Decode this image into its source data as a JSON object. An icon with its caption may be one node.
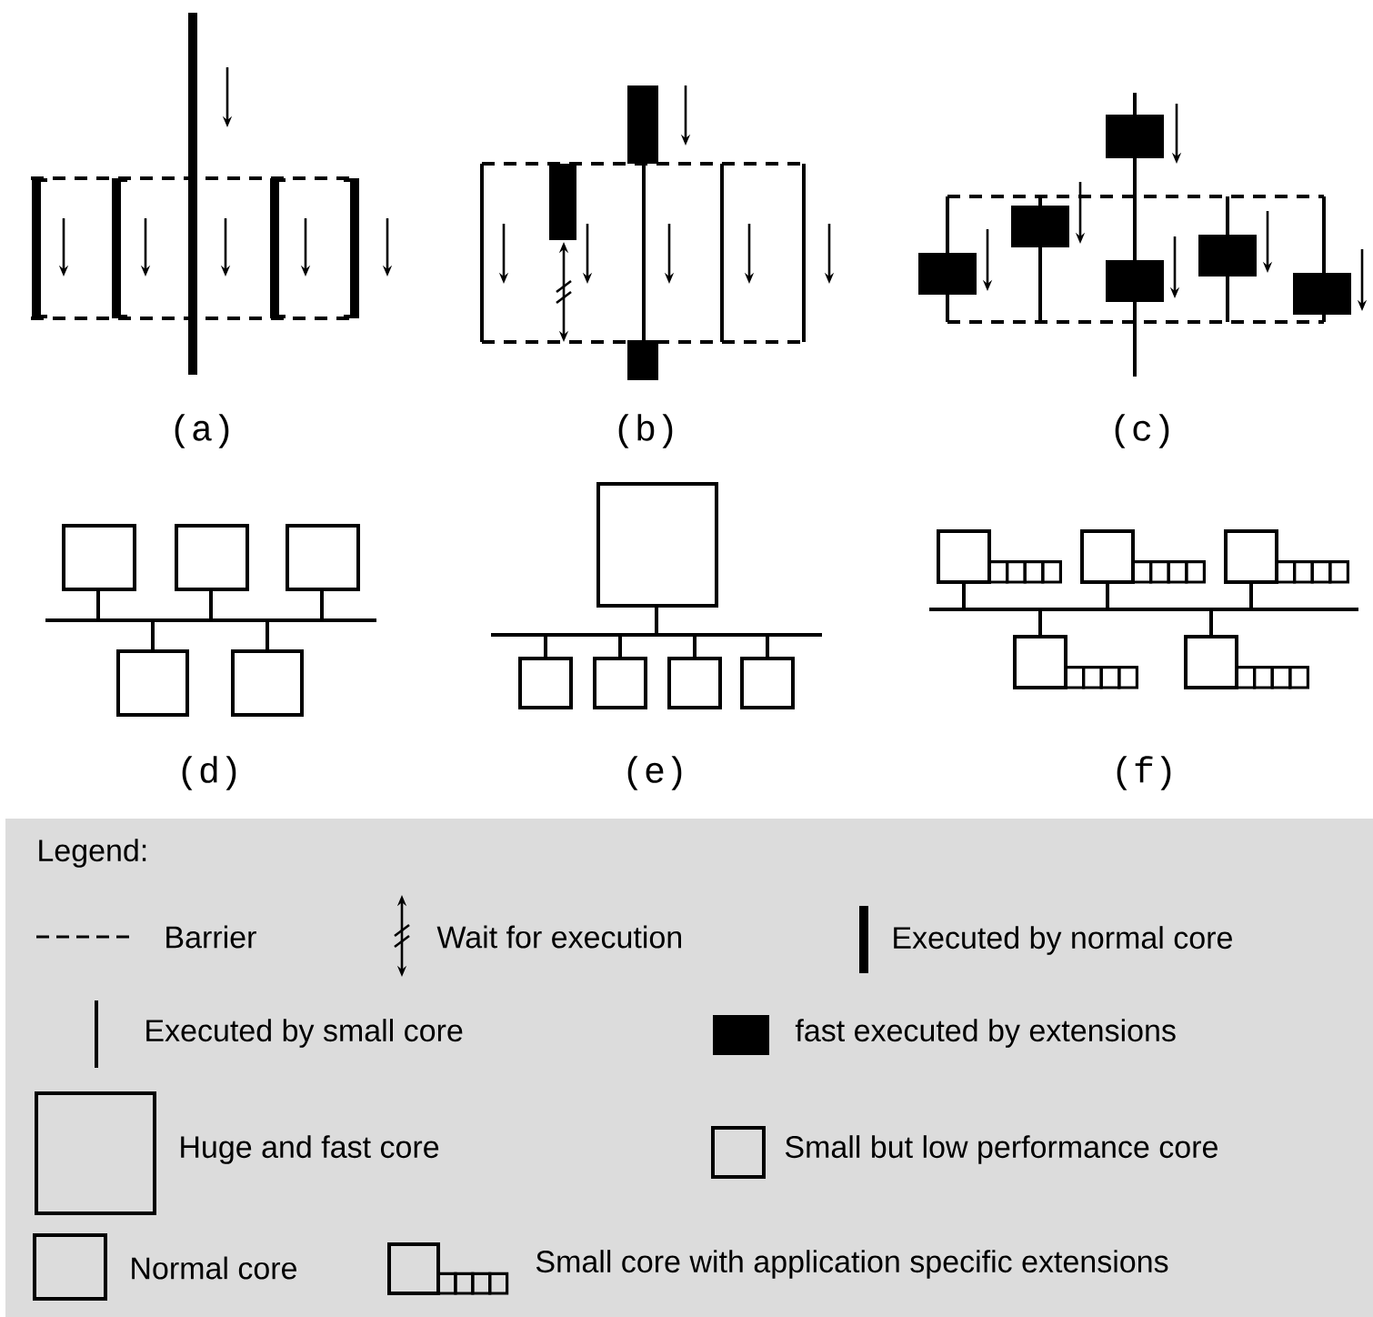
{
  "diagram": {
    "labels": [
      "(a)",
      "(b)",
      "(c)",
      "(d)",
      "(e)",
      "(f)",
      "Legend:"
    ],
    "legend": [
      {
        "text": "Barrier"
      },
      {
        "text": "Wait for execution"
      },
      {
        "text": "Executed by normal core"
      },
      {
        "text": "Executed by small core"
      },
      {
        "text": "fast executed by extensions"
      },
      {
        "text": "Huge and fast core"
      },
      {
        "text": "Small but low performance core"
      },
      {
        "text": "Normal core"
      },
      {
        "text": "Small core with application specific extensions"
      }
    ]
  }
}
